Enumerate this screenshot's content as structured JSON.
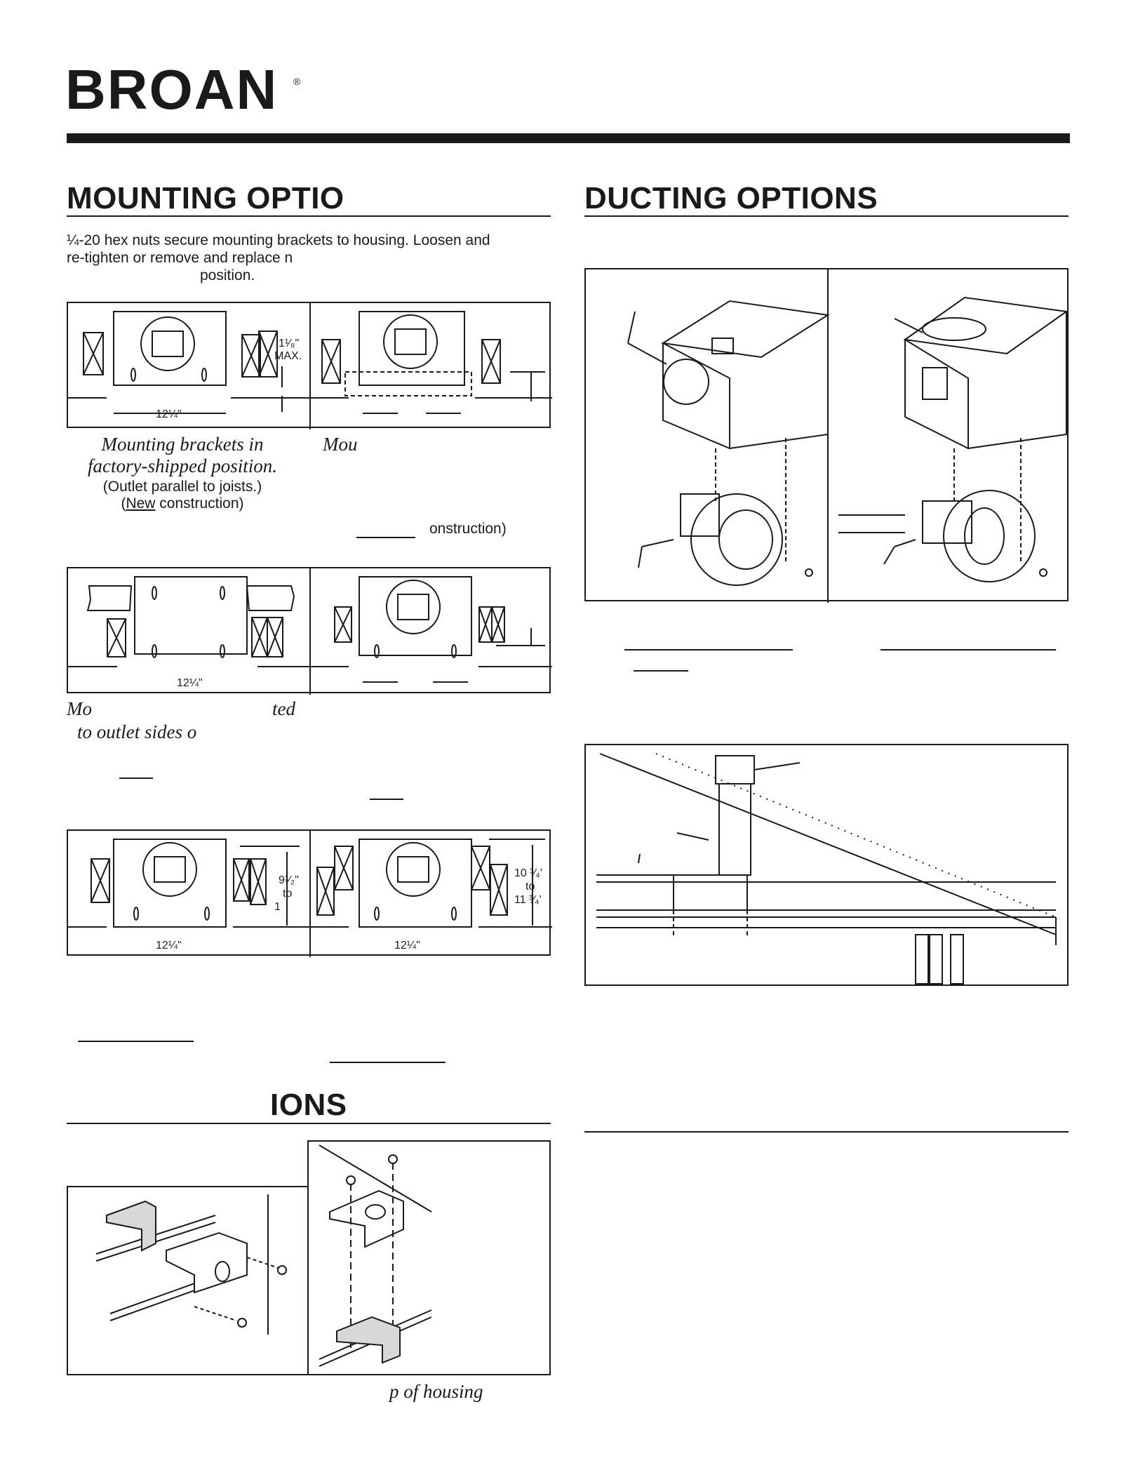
{
  "brand": {
    "name": "BROAN",
    "registered": "®"
  },
  "mounting": {
    "heading": "MOUNTING OPTIO",
    "intro_line1": "¼-20 hex nuts secure mounting brackets to housing. Loosen and",
    "intro_line2": "re-tighten or remove and replace n",
    "intro_line3": "position.",
    "dims": {
      "max_clearance": "1¹⁄₈\"",
      "max_label": "MAX.",
      "bracket_width": "12¼\"",
      "range_a_top": "9¹⁄₂\"",
      "range_a_to": "to",
      "range_a_bottom": "1",
      "range_b_top": "10 ³⁄₄'",
      "range_b_to": "to",
      "range_b_bottom": "11 ³⁄₄'"
    },
    "caption1_line1": "Mounting brackets in",
    "caption1_line2": "factory-shipped position.",
    "caption1_line3": "(Outlet parallel to joists.)",
    "caption1_line4_prefix": "(",
    "caption1_line4_underlined": "New",
    "caption1_line4_suffix": " construction)",
    "caption2_line1": "Mou",
    "caption2_line2": "onstruction)",
    "caption3_line1_left": "Mo",
    "caption3_line1_right": "ted",
    "caption3_line2": "to outlet sides o"
  },
  "ducting": {
    "heading": "DUCTING OPTIONS"
  },
  "installation": {
    "heading": "IONS",
    "caption": "p of housing"
  }
}
